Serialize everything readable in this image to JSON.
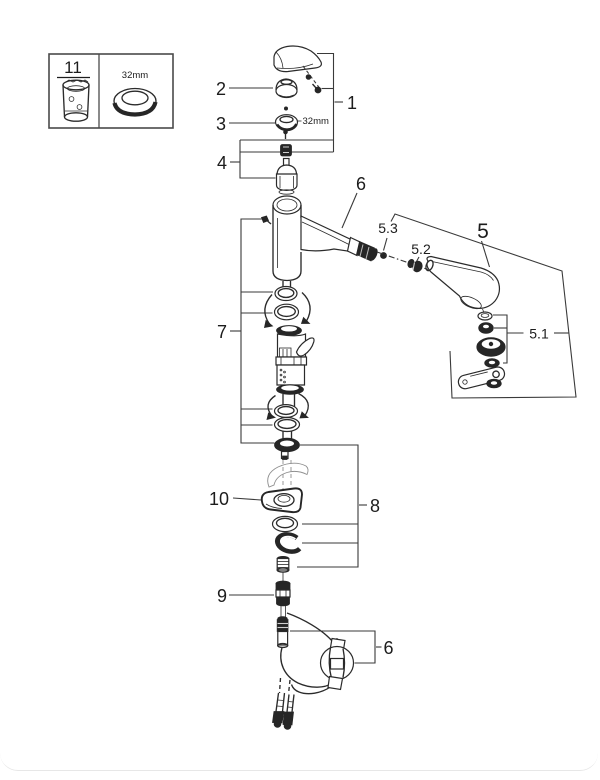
{
  "diagram": {
    "kind": "exploded-parts-diagram",
    "legend": {
      "number": "11",
      "size_label": "32mm"
    },
    "annotations": {
      "ring_size": "32mm"
    },
    "callouts": {
      "c1": "1",
      "c2": "2",
      "c3": "3",
      "c4": "4",
      "c5": "5",
      "c5_1": "5.1",
      "c5_2": "5.2",
      "c5_3": "5.3",
      "c6_spout": "6",
      "c6_hose": "6",
      "c7": "7",
      "c8": "8",
      "c9": "9",
      "c10": "10"
    },
    "colors": {
      "line": "#2b2b2b",
      "phantom": "#8f8f8f",
      "background": "#ffffff",
      "card_edge": "#e7e7e7"
    }
  }
}
